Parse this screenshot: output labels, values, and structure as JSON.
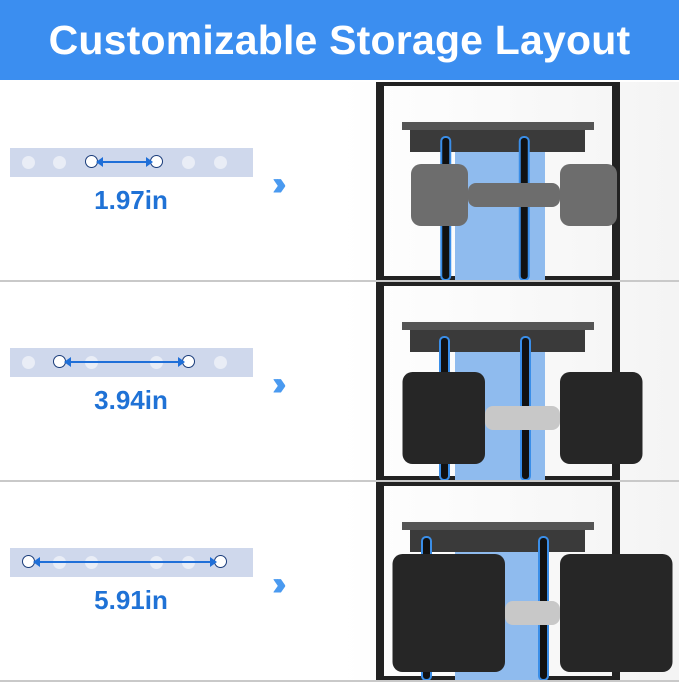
{
  "header": {
    "title": "Customizable Storage Layout"
  },
  "rows": [
    {
      "label": "1.97in",
      "ring_positions": [
        2,
        3
      ]
    },
    {
      "label": "3.94in",
      "ring_positions": [
        1,
        4
      ]
    },
    {
      "label": "5.91in",
      "ring_positions": [
        0,
        5
      ]
    }
  ],
  "chevron_icon": "double-chevron-right",
  "colors": {
    "header": "#3b8ef0",
    "accent": "#1f72d6",
    "strip": "#cfd8ec"
  }
}
